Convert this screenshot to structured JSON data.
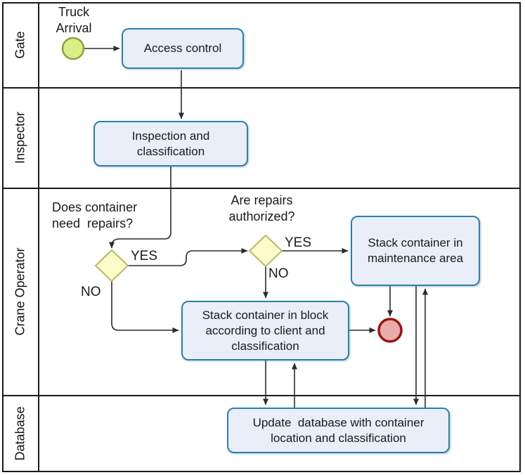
{
  "colors": {
    "task_fill": "#eaeef9",
    "task_border": "#2980ad",
    "gateway_fill": "#fcfcca",
    "gateway_border": "#b9b963",
    "start_fill": "#d9ee87",
    "start_border": "#85a43b",
    "end_fill": "#e9abab",
    "end_border": "#9b1111",
    "connector": "#2b2b2b",
    "frame": "#1a1a1a"
  },
  "lanes": [
    {
      "label": "Gate"
    },
    {
      "label": "Inspector"
    },
    {
      "label": "Crane Operator"
    },
    {
      "label": "Database"
    }
  ],
  "events": {
    "start": {
      "type": "start-event",
      "label": "Truck\nArrival"
    },
    "end": {
      "type": "end-event"
    }
  },
  "tasks": {
    "access_control": {
      "label": "Access control"
    },
    "inspection": {
      "label": "Inspection and\nclassification"
    },
    "stack_maintenance": {
      "label": "Stack container in\nmaintenance area"
    },
    "stack_block": {
      "label": "Stack container in block\naccording to client and\nclassification"
    },
    "update_db": {
      "label": "Update  database with container\nlocation and classification"
    }
  },
  "gateways": {
    "need_repairs": {
      "question": "Does container\nneed  repairs?",
      "yes": "YES",
      "no": "NO"
    },
    "repairs_authorized": {
      "question": "Are repairs\nauthorized?",
      "yes": "YES",
      "no": "NO"
    }
  }
}
